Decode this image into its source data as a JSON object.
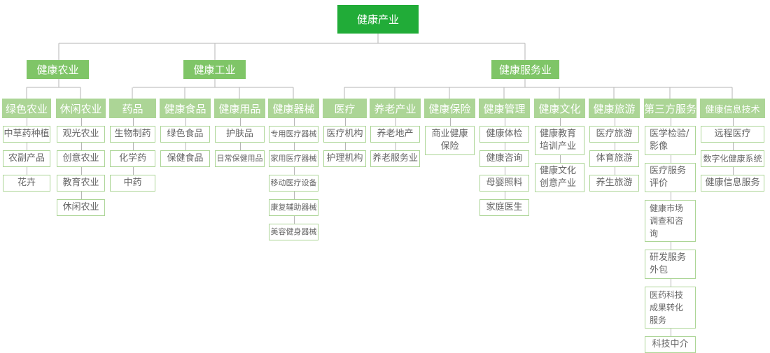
{
  "root": "健康产业",
  "colors": {
    "root": "#21ac38",
    "level1": "#7fc567",
    "level2": "#acd596",
    "border": "#acd596",
    "line": "#b5b5b5"
  },
  "groups": [
    {
      "label": "健康农业",
      "categories": [
        {
          "label": "绿色农业",
          "items": [
            "中草药种植",
            "农副产品",
            "花卉"
          ]
        },
        {
          "label": "休闲农业",
          "items": [
            "观光农业",
            "创意农业",
            "教育农业",
            "休闲农业"
          ]
        }
      ]
    },
    {
      "label": "健康工业",
      "categories": [
        {
          "label": "药品",
          "items": [
            "生物制药",
            "化学药",
            "中药"
          ]
        },
        {
          "label": "健康食品",
          "items": [
            "绿色食品",
            "保健食品"
          ]
        },
        {
          "label": "健康用品",
          "items": [
            "护肤品",
            "日常保健用品"
          ]
        },
        {
          "label": "健康器械",
          "items": [
            "专用医疗器械",
            "家用医疗器械",
            "移动医疗设备",
            "康复辅助器械",
            "美容健身器械"
          ]
        }
      ]
    },
    {
      "label": "健康服务业",
      "categories": [
        {
          "label": "医疗",
          "items": [
            "医疗机构",
            "护理机构"
          ]
        },
        {
          "label": "养老产业",
          "items": [
            "养老地产",
            "养老服务业"
          ]
        },
        {
          "label": "健康保险",
          "items": [
            "商业健康保险"
          ]
        },
        {
          "label": "健康管理",
          "items": [
            "健康体检",
            "健康咨询",
            "母婴照料",
            "家庭医生"
          ]
        },
        {
          "label": "健康文化",
          "items": [
            "健康教育培训产业",
            "健康文化创意产业"
          ]
        },
        {
          "label": "健康旅游",
          "items": [
            "医疗旅游",
            "体育旅游",
            "养生旅游"
          ]
        },
        {
          "label": "第三方服务",
          "items": [
            "医学检验/影像",
            "医疗服务评价",
            "健康市场调查和咨询",
            "研发服务外包",
            "医药科技成果转化服务",
            "科技中介"
          ]
        },
        {
          "label": "健康信息技术",
          "items": [
            "远程医疗",
            "数字化健康系统",
            "健康信息服务"
          ]
        }
      ]
    }
  ]
}
